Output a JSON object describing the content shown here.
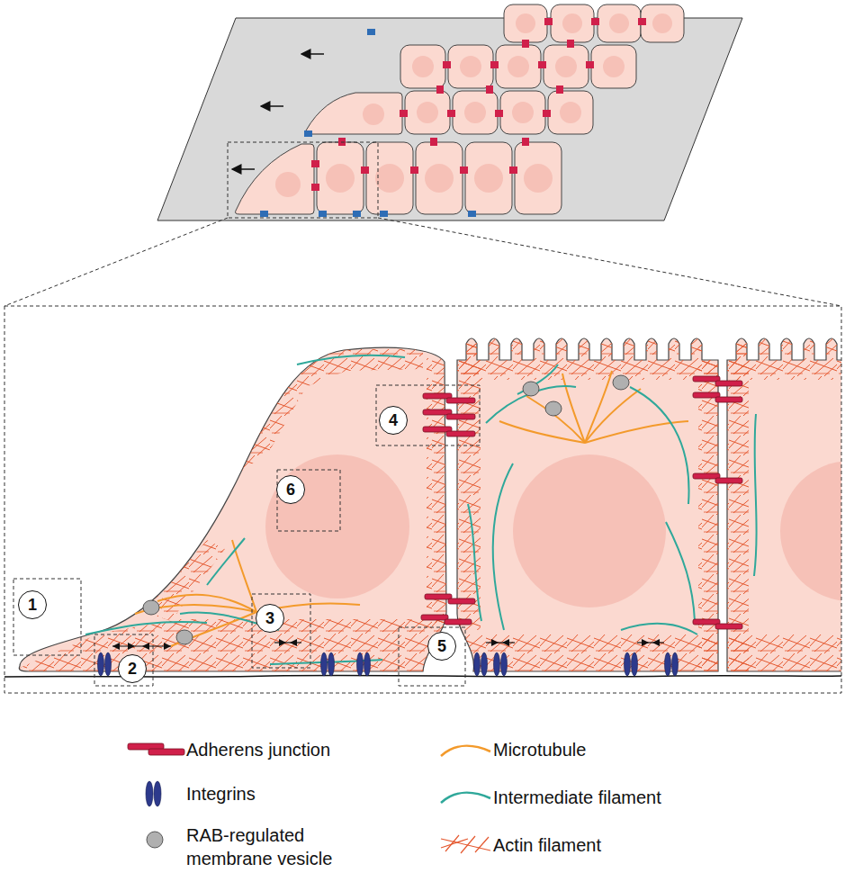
{
  "diagram": {
    "nodes": [
      {
        "text": [
          "1"
        ]
      },
      {
        "text": [
          "2"
        ]
      },
      {
        "text": [
          "3"
        ]
      },
      {
        "text": [
          "4"
        ]
      },
      {
        "text": [
          "5"
        ]
      },
      {
        "text": [
          "6"
        ]
      }
    ],
    "legend": [
      {
        "text": "Adherens junction"
      },
      {
        "text": "Integrins"
      },
      {
        "text": "RAB-regulated membrane vesicle"
      },
      {
        "text": "Microtubule"
      },
      {
        "text": "Intermediate filament"
      },
      {
        "text": "Actin filament"
      }
    ]
  }
}
